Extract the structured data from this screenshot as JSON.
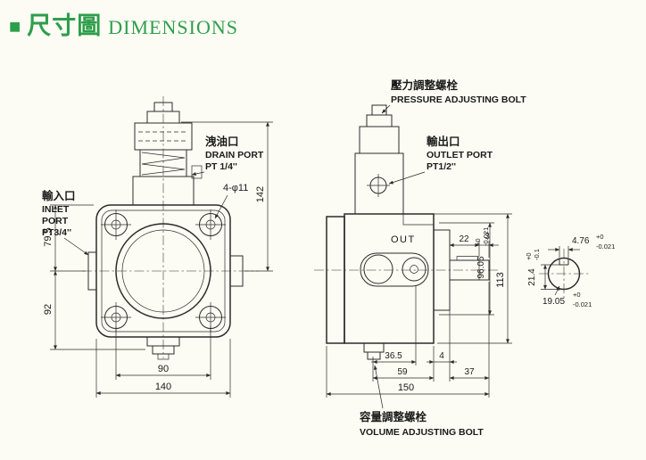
{
  "page": {
    "background": "#fcfcf4",
    "ink": "#2b2b2b",
    "accent": "#2e9e4b"
  },
  "header": {
    "square": "■",
    "title_zh": "尺寸圖",
    "title_en": "DIMENSIONS"
  },
  "front_view": {
    "callout_drain_zh": "洩油口",
    "callout_drain_en": "DRAIN PORT",
    "callout_drain_size": "PT 1/4''",
    "callout_inlet_zh": "輸入口",
    "callout_inlet_en1": "INLET",
    "callout_inlet_en2": "PORT",
    "callout_inlet_size": "PT3/4''",
    "callout_holes": "4-φ11",
    "dim_142": "142",
    "dim_79_5": "79.5",
    "dim_92": "92",
    "dim_90": "90",
    "dim_140": "140"
  },
  "side_view": {
    "callout_pressure_zh": "壓力調整螺栓",
    "callout_pressure_en": "PRESSURE ADJUSTING BOLT",
    "callout_outlet_zh": "輸出口",
    "callout_outlet_en": "OUTLET PORT",
    "callout_outlet_size": "PT1/2''",
    "label_out": "OUT",
    "callout_volume_zh": "容量調整螺栓",
    "callout_volume_en": "VOLUME ADJUSTING BOLT",
    "dim_22": "22",
    "dim_3": "3",
    "dim_113": "113",
    "dim_96_05": "96.05",
    "dim_96_05_tol_plus": "+0",
    "dim_96_05_tol_minus": "-0.021",
    "dim_36_5": "36.5",
    "dim_59": "59",
    "dim_4": "4",
    "dim_37": "37",
    "dim_150": "150"
  },
  "shaft_detail": {
    "dim_key_w": "4.76",
    "dim_key_w_tol_plus": "+0",
    "dim_key_w_tol_minus": "-0.021",
    "dim_key_h": "21.4",
    "dim_key_h_tol_plus": "+0",
    "dim_key_h_tol_minus": "-0.1",
    "dim_shaft_d": "19.05",
    "dim_shaft_d_tol_plus": "+0",
    "dim_shaft_d_tol_minus": "-0.021"
  }
}
